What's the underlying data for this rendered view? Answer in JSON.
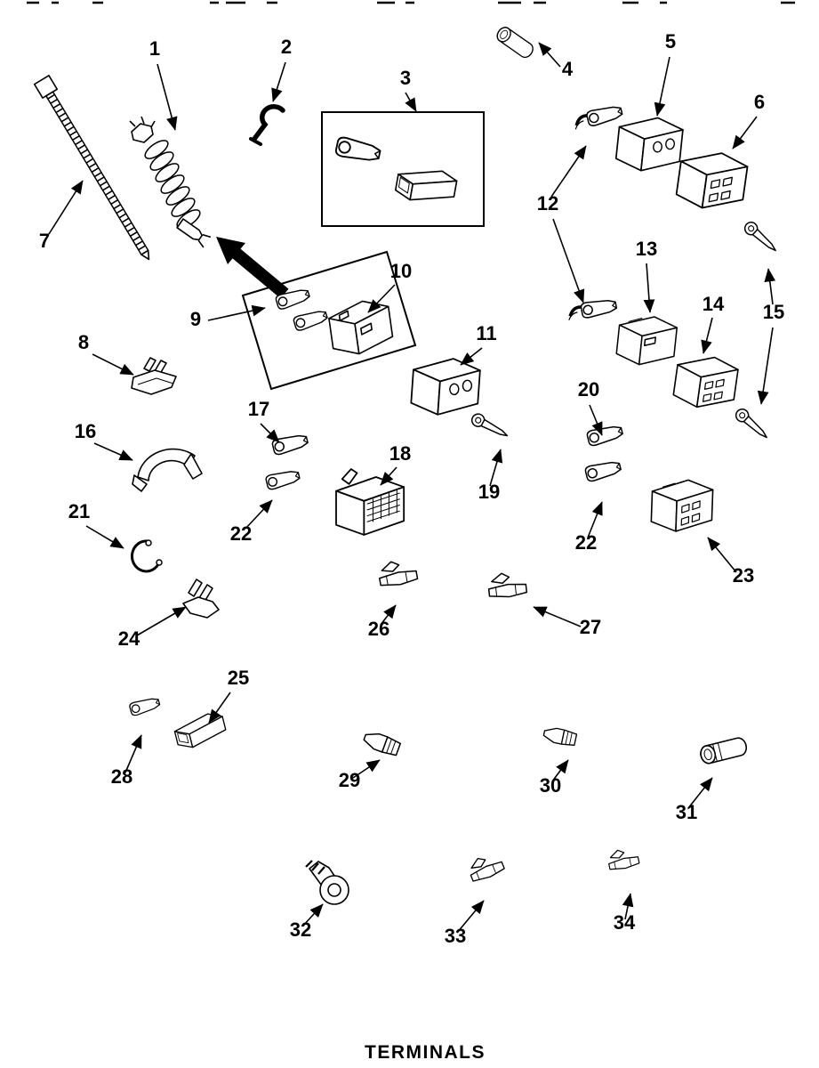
{
  "title": "TERMINALS",
  "labels": {
    "p1": "1",
    "p2": "2",
    "p3": "3",
    "p4": "4",
    "p5": "5",
    "p6": "6",
    "p7": "7",
    "p8": "8",
    "p9": "9",
    "p10": "10",
    "p11": "11",
    "p12": "12",
    "p13": "13",
    "p14": "14",
    "p15": "15",
    "p16": "16",
    "p17": "17",
    "p18": "18",
    "p19": "19",
    "p20": "20",
    "p21": "21",
    "p22a": "22",
    "p22b": "22",
    "p23": "23",
    "p24": "24",
    "p25": "25",
    "p26": "26",
    "p27": "27",
    "p28": "28",
    "p29": "29",
    "p30": "30",
    "p31": "31",
    "p32": "32",
    "p33": "33",
    "p34": "34"
  }
}
